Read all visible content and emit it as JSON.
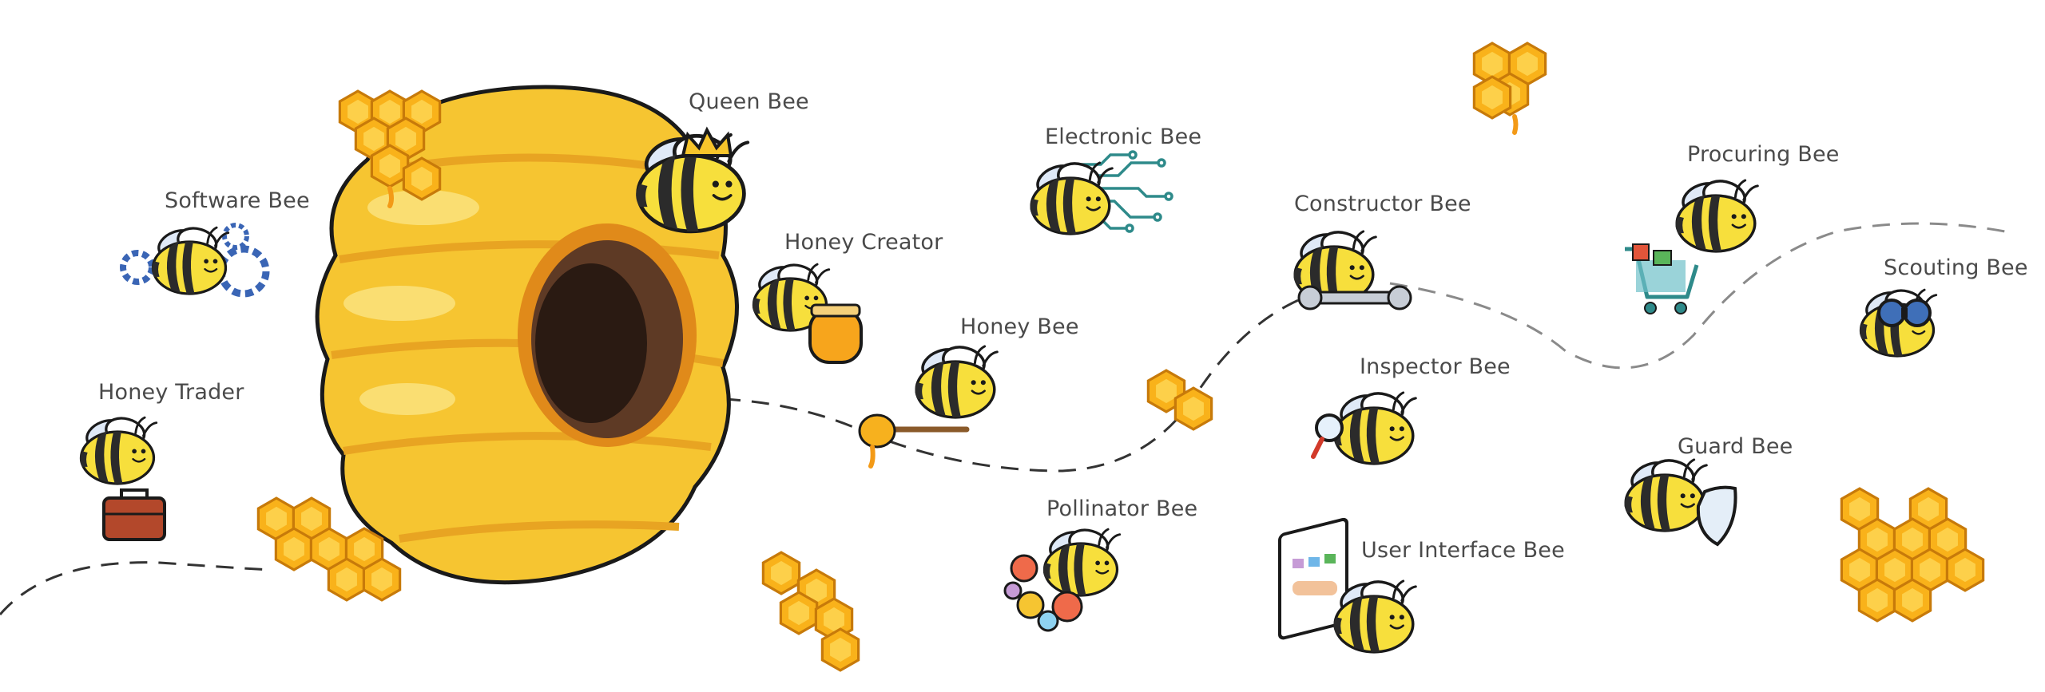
{
  "colors": {
    "bee_yellow": "#f7df3c",
    "bee_stripe": "#2b2b2b",
    "wing": "#dfe9f7",
    "hive_yellow": "#f6c531",
    "hive_shade": "#e8a422",
    "honey_orange": "#f39a17",
    "label_text": "#4a4a4a",
    "path_dash": "#333333"
  },
  "bees": [
    {
      "label": "Software Bee",
      "prop": "gear-icon"
    },
    {
      "label": "Honey Trader",
      "prop": "briefcase-icon"
    },
    {
      "label": "Queen Bee",
      "prop": "crown-icon"
    },
    {
      "label": "Honey Creator",
      "prop": "honey-jar-icon"
    },
    {
      "label": "Honey Bee",
      "prop": "honey-dipper-icon"
    },
    {
      "label": "Electronic Bee",
      "prop": "circuit-icon"
    },
    {
      "label": "Constructor Bee",
      "prop": "wrench-icon"
    },
    {
      "label": "Inspector Bee",
      "prop": "magnifier-icon"
    },
    {
      "label": "Pollinator Bee",
      "prop": "flowers-icon"
    },
    {
      "label": "User Interface Bee",
      "prop": "ui-panel-icon"
    },
    {
      "label": "Procuring Bee",
      "prop": "shopping-cart-icon"
    },
    {
      "label": "Scouting Bee",
      "prop": "binoculars-icon"
    },
    {
      "label": "Guard Bee",
      "prop": "shield-icon"
    }
  ]
}
